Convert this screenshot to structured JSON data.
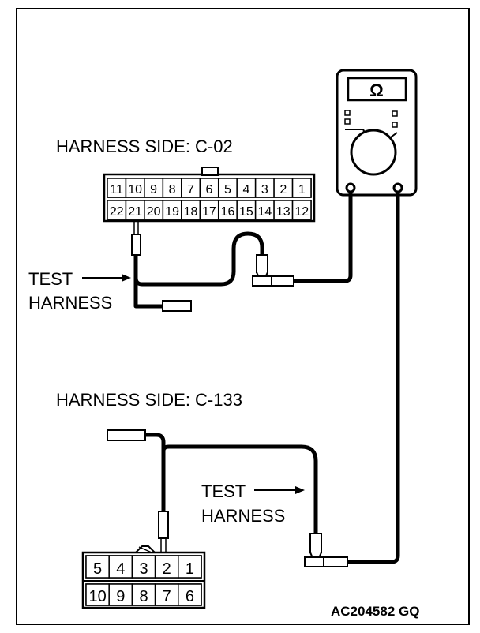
{
  "labels": {
    "harness_c02": "HARNESS SIDE: C-02",
    "harness_c133": "HARNESS SIDE: C-133",
    "test_1": "TEST",
    "harness_1": "HARNESS",
    "test_2": "TEST",
    "harness_2": "HARNESS",
    "figure_code": "AC204582 GQ"
  },
  "meter": {
    "symbol": "Ω",
    "icon": "ohmmeter-icon"
  },
  "connector_c02": {
    "top_row": [
      "11",
      "10",
      "9",
      "8",
      "7",
      "6",
      "5",
      "4",
      "3",
      "2",
      "1"
    ],
    "bottom_row": [
      "22",
      "21",
      "20",
      "19",
      "18",
      "17",
      "16",
      "15",
      "14",
      "13",
      "12"
    ]
  },
  "connector_c133": {
    "top_row": [
      "5",
      "4",
      "3",
      "2",
      "1"
    ],
    "bottom_row": [
      "10",
      "9",
      "8",
      "7",
      "6"
    ]
  }
}
